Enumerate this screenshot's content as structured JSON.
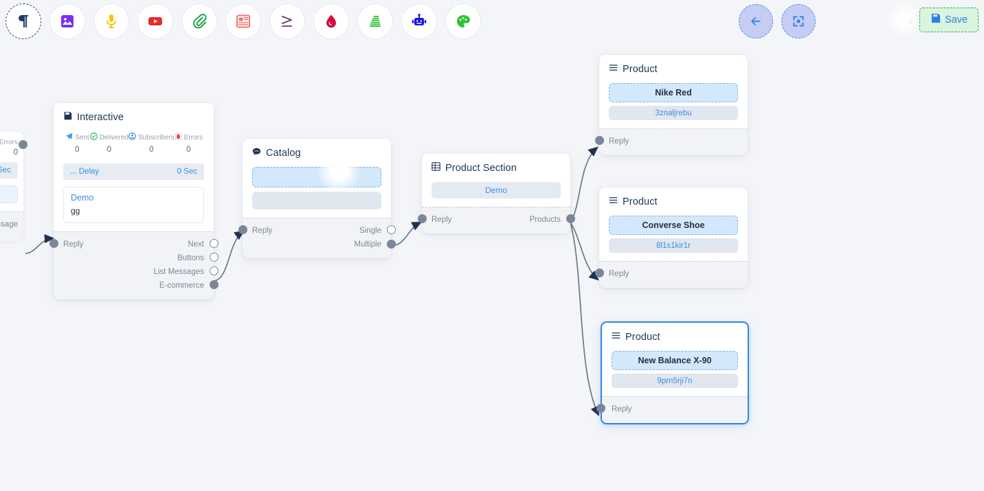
{
  "toolbar": {
    "tools": [
      {
        "name": "text-icon",
        "label": "Text",
        "active": true
      },
      {
        "name": "image-icon",
        "label": "Image",
        "active": false
      },
      {
        "name": "audio-icon",
        "label": "Audio",
        "active": false
      },
      {
        "name": "video-icon",
        "label": "Video",
        "active": false
      },
      {
        "name": "attachment-icon",
        "label": "Attachment",
        "active": false
      },
      {
        "name": "news-icon",
        "label": "Media Card",
        "active": false
      },
      {
        "name": "condition-icon",
        "label": "Condition",
        "active": false
      },
      {
        "name": "droplet-icon",
        "label": "Droplet",
        "active": false
      },
      {
        "name": "list-icon",
        "label": "List",
        "active": false
      },
      {
        "name": "bot-icon",
        "label": "Bot",
        "active": false
      },
      {
        "name": "palette-icon",
        "label": "Palette",
        "active": false
      }
    ],
    "back_button": "back-arrow-icon",
    "fullscreen_button": "compress-icon",
    "ghost_label": "ae",
    "save_label": "Save",
    "save_icon": "floppy-disk-icon"
  },
  "nodes": {
    "interactive": {
      "title": "Interactive",
      "icon": "floppy-disk-icon",
      "stats": [
        {
          "name": "Sent",
          "value": "0",
          "icon": "send-icon"
        },
        {
          "name": "Delivered",
          "value": "0",
          "icon": "check-circle-icon"
        },
        {
          "name": "Subscribers",
          "value": "0",
          "icon": "user-circle-icon"
        },
        {
          "name": "Errors",
          "value": "0",
          "icon": "bug-icon"
        }
      ],
      "delay_label": "... Delay",
      "delay_value": "0 Sec",
      "message_title": "Demo",
      "message_text": "gg",
      "port_in": "Reply",
      "ports_out": [
        {
          "label": "Next",
          "connected": false
        },
        {
          "label": "Buttons",
          "connected": false
        },
        {
          "label": "List Messages",
          "connected": false
        },
        {
          "label": "E-commerce",
          "connected": true
        }
      ]
    },
    "catalog": {
      "title": "Catalog",
      "icon": "chat-bubble-icon",
      "port_in": "Reply",
      "ports_out": [
        {
          "label": "Single",
          "connected": false
        },
        {
          "label": "Multiple",
          "connected": true
        }
      ]
    },
    "product_section": {
      "title": "Product Section",
      "icon": "grid-icon",
      "chip": "Demo",
      "port_in": "Reply",
      "ports_out": [
        {
          "label": "Products",
          "connected": true
        }
      ]
    },
    "products": [
      {
        "title": "Product",
        "icon": "list-lines-icon",
        "name": "Nike Red",
        "id": "3znaljrebu",
        "port_in": "Reply",
        "selected": false
      },
      {
        "title": "Product",
        "icon": "list-lines-icon",
        "name": "Converse Shoe",
        "id": "8l1s1kir1r",
        "port_in": "Reply",
        "selected": false
      },
      {
        "title": "Product",
        "icon": "list-lines-icon",
        "name": "New Balance X-90",
        "id": "9prn5rji7n",
        "port_in": "Reply",
        "selected": true
      }
    ],
    "partial_left": {
      "stat_name": "Errors",
      "stat_value": "0",
      "delay_value": "Sec",
      "port_label": "essage"
    }
  },
  "colors": {
    "canvas": "#f4f5f8",
    "accent_blue": "#3d8ce0",
    "selection": "#2f86e8",
    "save_green": "#2aa83e",
    "edge": "#6b7787"
  }
}
